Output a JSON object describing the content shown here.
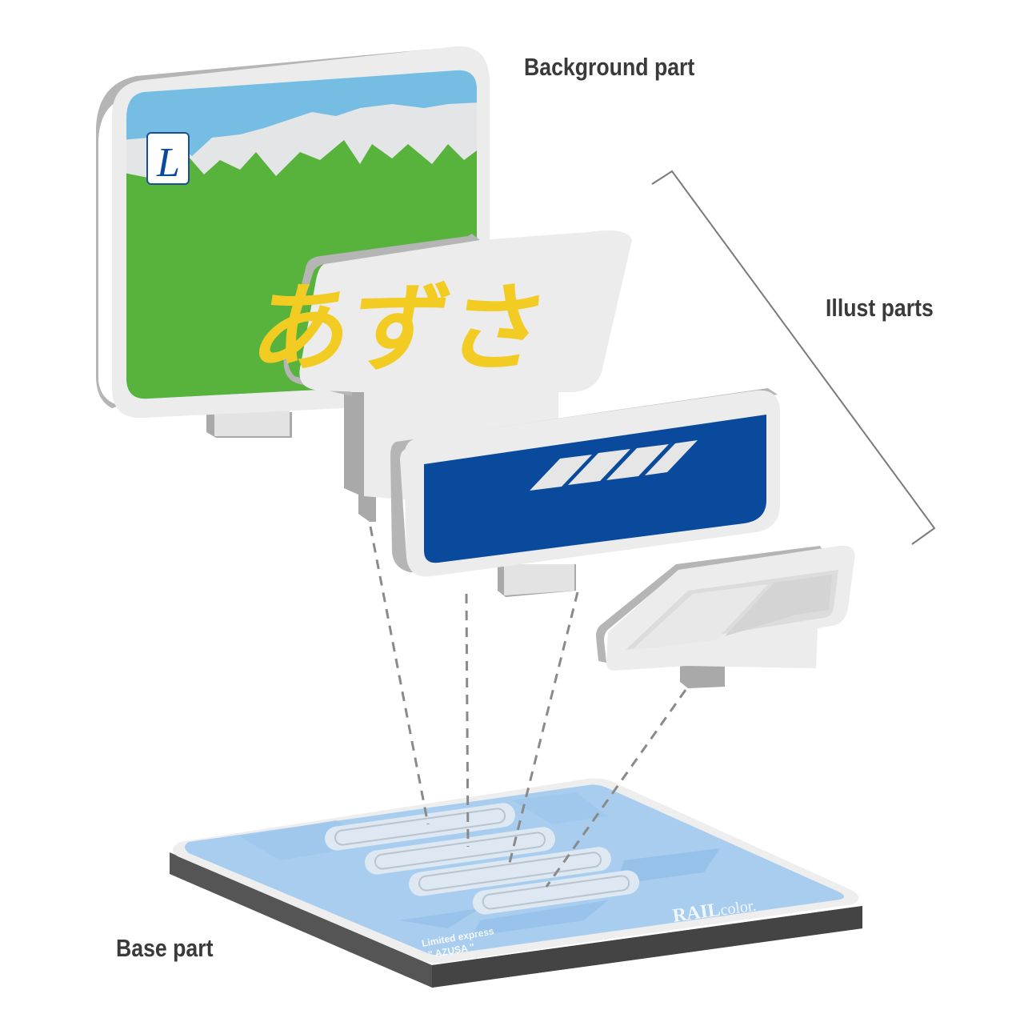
{
  "labels": {
    "background_part": "Background part",
    "illust_parts": "Illust parts",
    "base_part": "Base part"
  },
  "illust": {
    "name_text": "あずさ",
    "logo_letter": "L"
  },
  "base": {
    "brand_bold": "RAIL",
    "brand_light": "color.",
    "caption_line1": "Limited express",
    "caption_line2": "\" AZUSA \""
  },
  "colors": {
    "sky": "#75bde3",
    "mountain_green": "#57b33c",
    "snow": "#e3e5e6",
    "acrylic_face": "#ebebeb",
    "acrylic_edge": "#b5b5b5",
    "name_yellow": "#f2cc22",
    "band_blue": "#0a4a9c",
    "base_blue": "#a8cdef",
    "base_edge": "#555555",
    "label_text": "#3a3a3a"
  }
}
